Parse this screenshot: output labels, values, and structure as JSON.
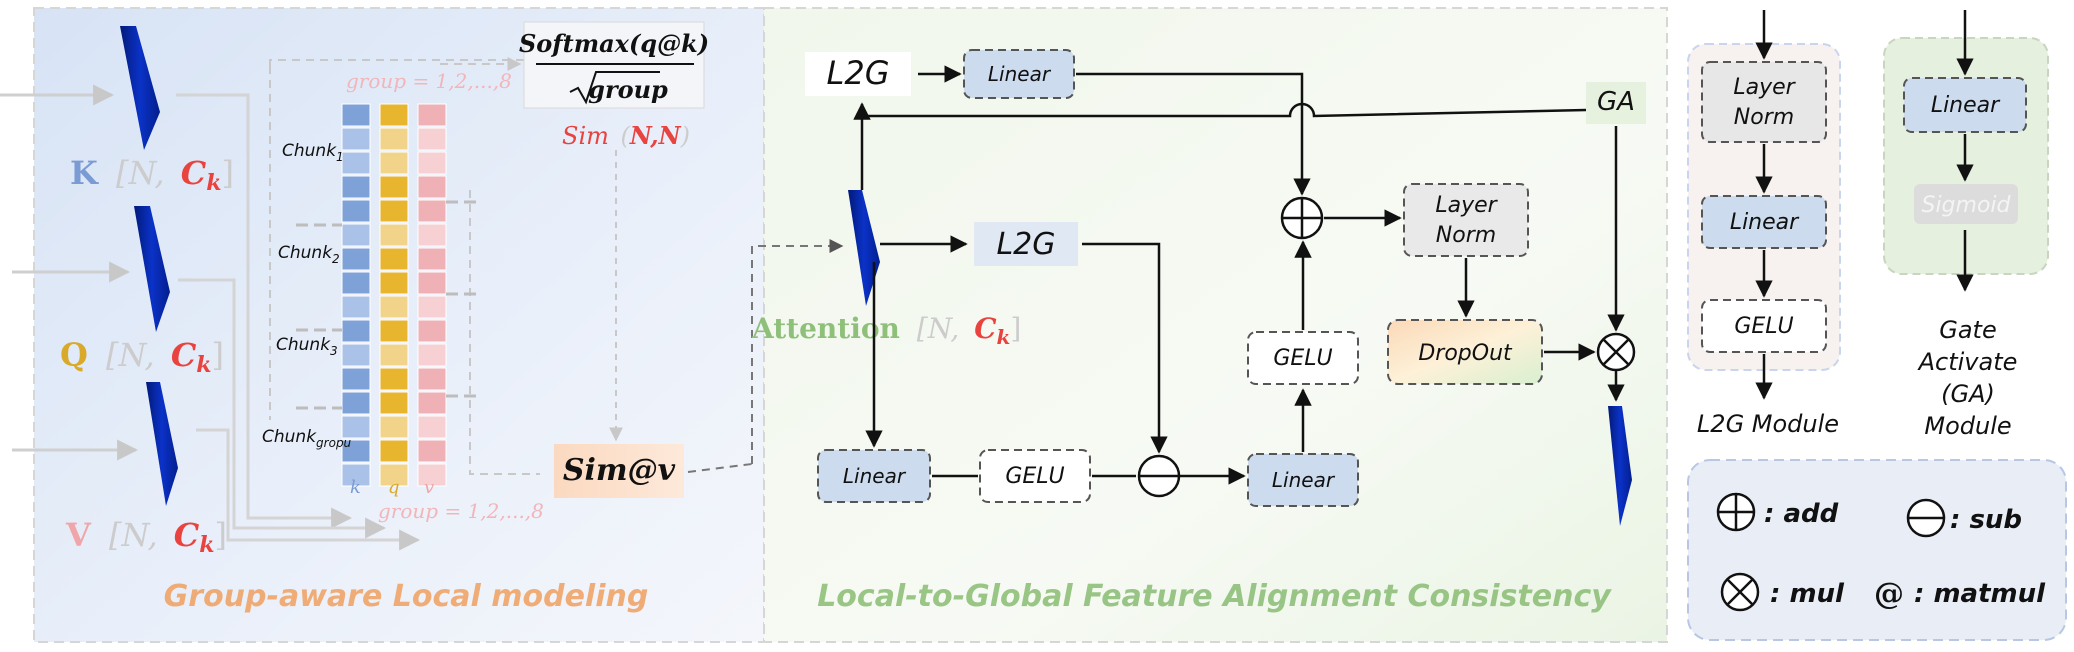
{
  "panels": {
    "left_caption": "Group-aware Local modeling",
    "mid_caption": "Local-to-Global Feature Alignment Consistency"
  },
  "inputs": {
    "k_letter": "K",
    "k_dims_open": "[N,",
    "k_dims_c": "C",
    "k_dims_sub": "k",
    "k_dims_close": "]",
    "q_letter": "Q",
    "q_dims_open": "[N,",
    "q_dims_c": "C",
    "q_dims_sub": "k",
    "q_dims_close": "]",
    "v_letter": "V",
    "v_dims_open": "[N,",
    "v_dims_c": "C",
    "v_dims_sub": "k",
    "v_dims_close": "]"
  },
  "chunks": {
    "group_top": "group = 1,2,...,8",
    "group_bottom": "group = 1,2,...,8",
    "chunk1": "Chunk",
    "chunk1_sub": "1",
    "chunk2": "Chunk",
    "chunk2_sub": "2",
    "chunk3": "Chunk",
    "chunk3_sub": "3",
    "chunkg": "Chunk",
    "chunkg_sub": "gropu",
    "col_k": "k",
    "col_q": "q",
    "col_v": "v"
  },
  "softmax": {
    "numerator": "Softmax(q@k)",
    "denominator": "group",
    "sim_label": "Sim",
    "sim_dims": "N,N",
    "simv": "Sim@v"
  },
  "attention": {
    "label": "Attention",
    "dims_open": "[N,",
    "dims_c": "C",
    "dims_sub": "k",
    "dims_close": "]"
  },
  "nodes": {
    "l2g_top": "L2G",
    "linear_top": "Linear",
    "ga": "GA",
    "l2g_mid": "L2G",
    "layernorm_line1": "Layer",
    "layernorm_line2": "Norm",
    "dropout": "DropOut",
    "gelu_right": "GELU",
    "linear_bottom_left": "Linear",
    "gelu_bottom": "GELU",
    "linear_bottom_right": "Linear"
  },
  "l2g_module": {
    "layernorm_line1": "Layer",
    "layernorm_line2": "Norm",
    "linear": "Linear",
    "gelu": "GELU",
    "caption": "L2G Module"
  },
  "ga_module": {
    "linear": "Linear",
    "sigmoid": "Sigmoid",
    "caption_line1": "Gate",
    "caption_line2": "Activate",
    "caption_line3": "(GA)",
    "caption_line4": "Module"
  },
  "legend": {
    "add": ": add",
    "sub": ": sub",
    "mul": ": mul",
    "at": "@",
    "matmul": ": matmul"
  },
  "colors": {
    "red": "#e8433f",
    "blue_box": "#ccdcee",
    "k_blue": "#7a9bd4",
    "q_gold": "#d9a92a",
    "v_pink": "#f0a5a8",
    "green_text": "#8fc07a",
    "orange_text": "#f0a060",
    "token_dark": "#0a2a9e"
  }
}
